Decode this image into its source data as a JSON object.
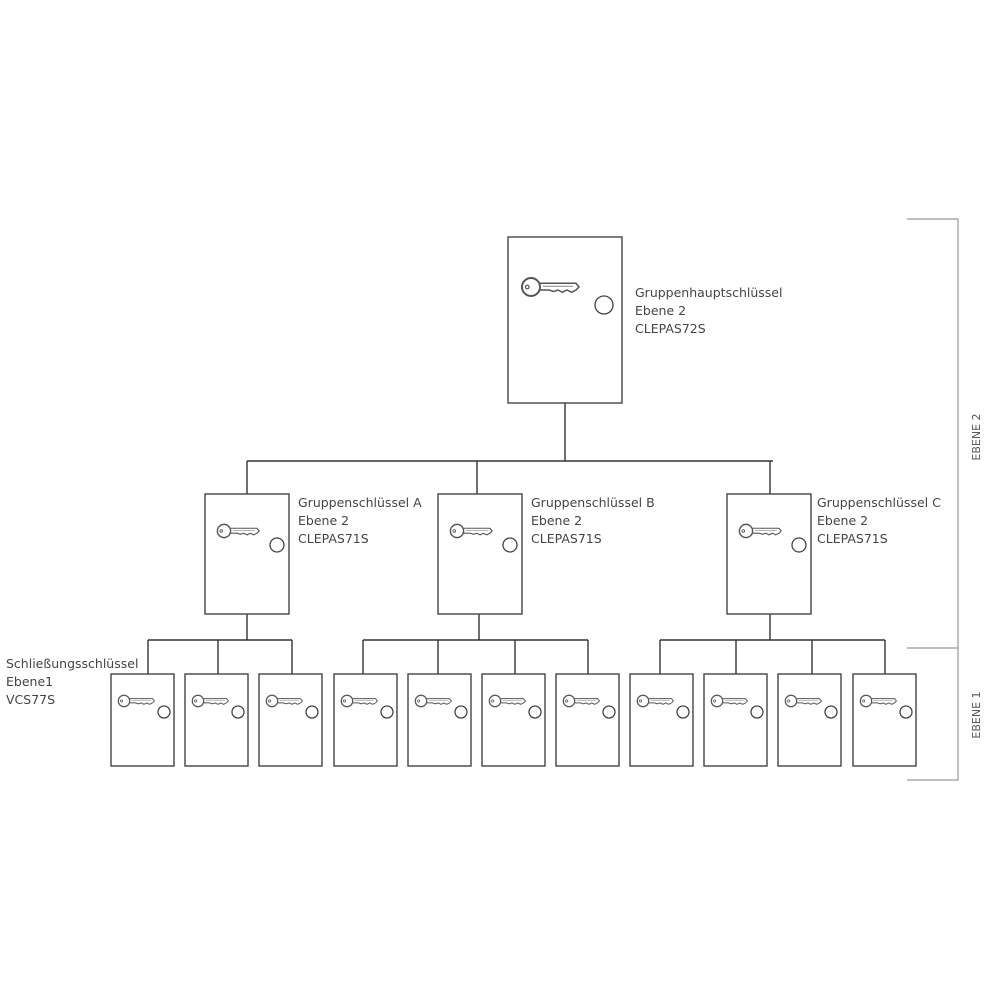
{
  "master": {
    "name": "Gruppenhauptschlüssel",
    "level": "Ebene 2",
    "code": "CLEPAS72S"
  },
  "groups": [
    {
      "name": "Gruppenschlüssel A",
      "level": "Ebene 2",
      "code": "CLEPAS71S",
      "children": 3
    },
    {
      "name": "Gruppenschlüssel B",
      "level": "Ebene 2",
      "code": "CLEPAS71S",
      "children": 4
    },
    {
      "name": "Gruppenschlüssel C",
      "level": "Ebene 2",
      "code": "CLEPAS71S",
      "children": 4
    }
  ],
  "locking": {
    "name": "Schließungsschlüssel",
    "level": "Ebene1",
    "code": "VCS77S"
  },
  "bracket": {
    "upper": "EBENE 2",
    "lower": "EBENE 1"
  }
}
